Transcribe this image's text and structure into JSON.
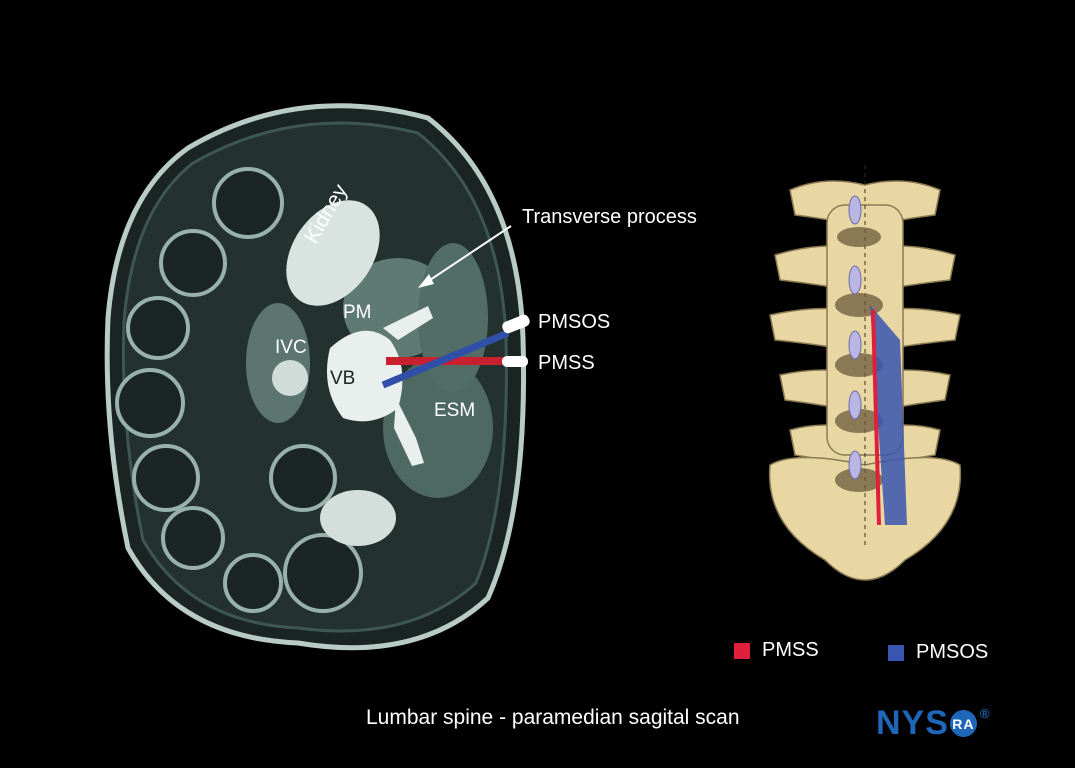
{
  "ct": {
    "labels": {
      "kidney": "Kidney",
      "pm": "PM",
      "ivc": "IVC",
      "vb": "VB",
      "esm": "ESM"
    },
    "callouts": {
      "transverse_process": "Transverse process",
      "pmsos": "PMSOS",
      "pmss": "PMSS"
    }
  },
  "legend": [
    {
      "label": "PMSS",
      "color": "#e0203a"
    },
    {
      "label": "PMSOS",
      "color": "#3a55b0"
    }
  ],
  "caption": "Lumbar spine - paramedian sagital scan",
  "logo": {
    "text_before": "NYS",
    "circle_text": "RA",
    "text_after": "",
    "mark": "®"
  },
  "colors": {
    "pmss_needle": "#c8202e",
    "pmsos_needle": "#2f4fa8",
    "bone": "#e9d7a3",
    "ct_tissue": "#6e8a83"
  }
}
